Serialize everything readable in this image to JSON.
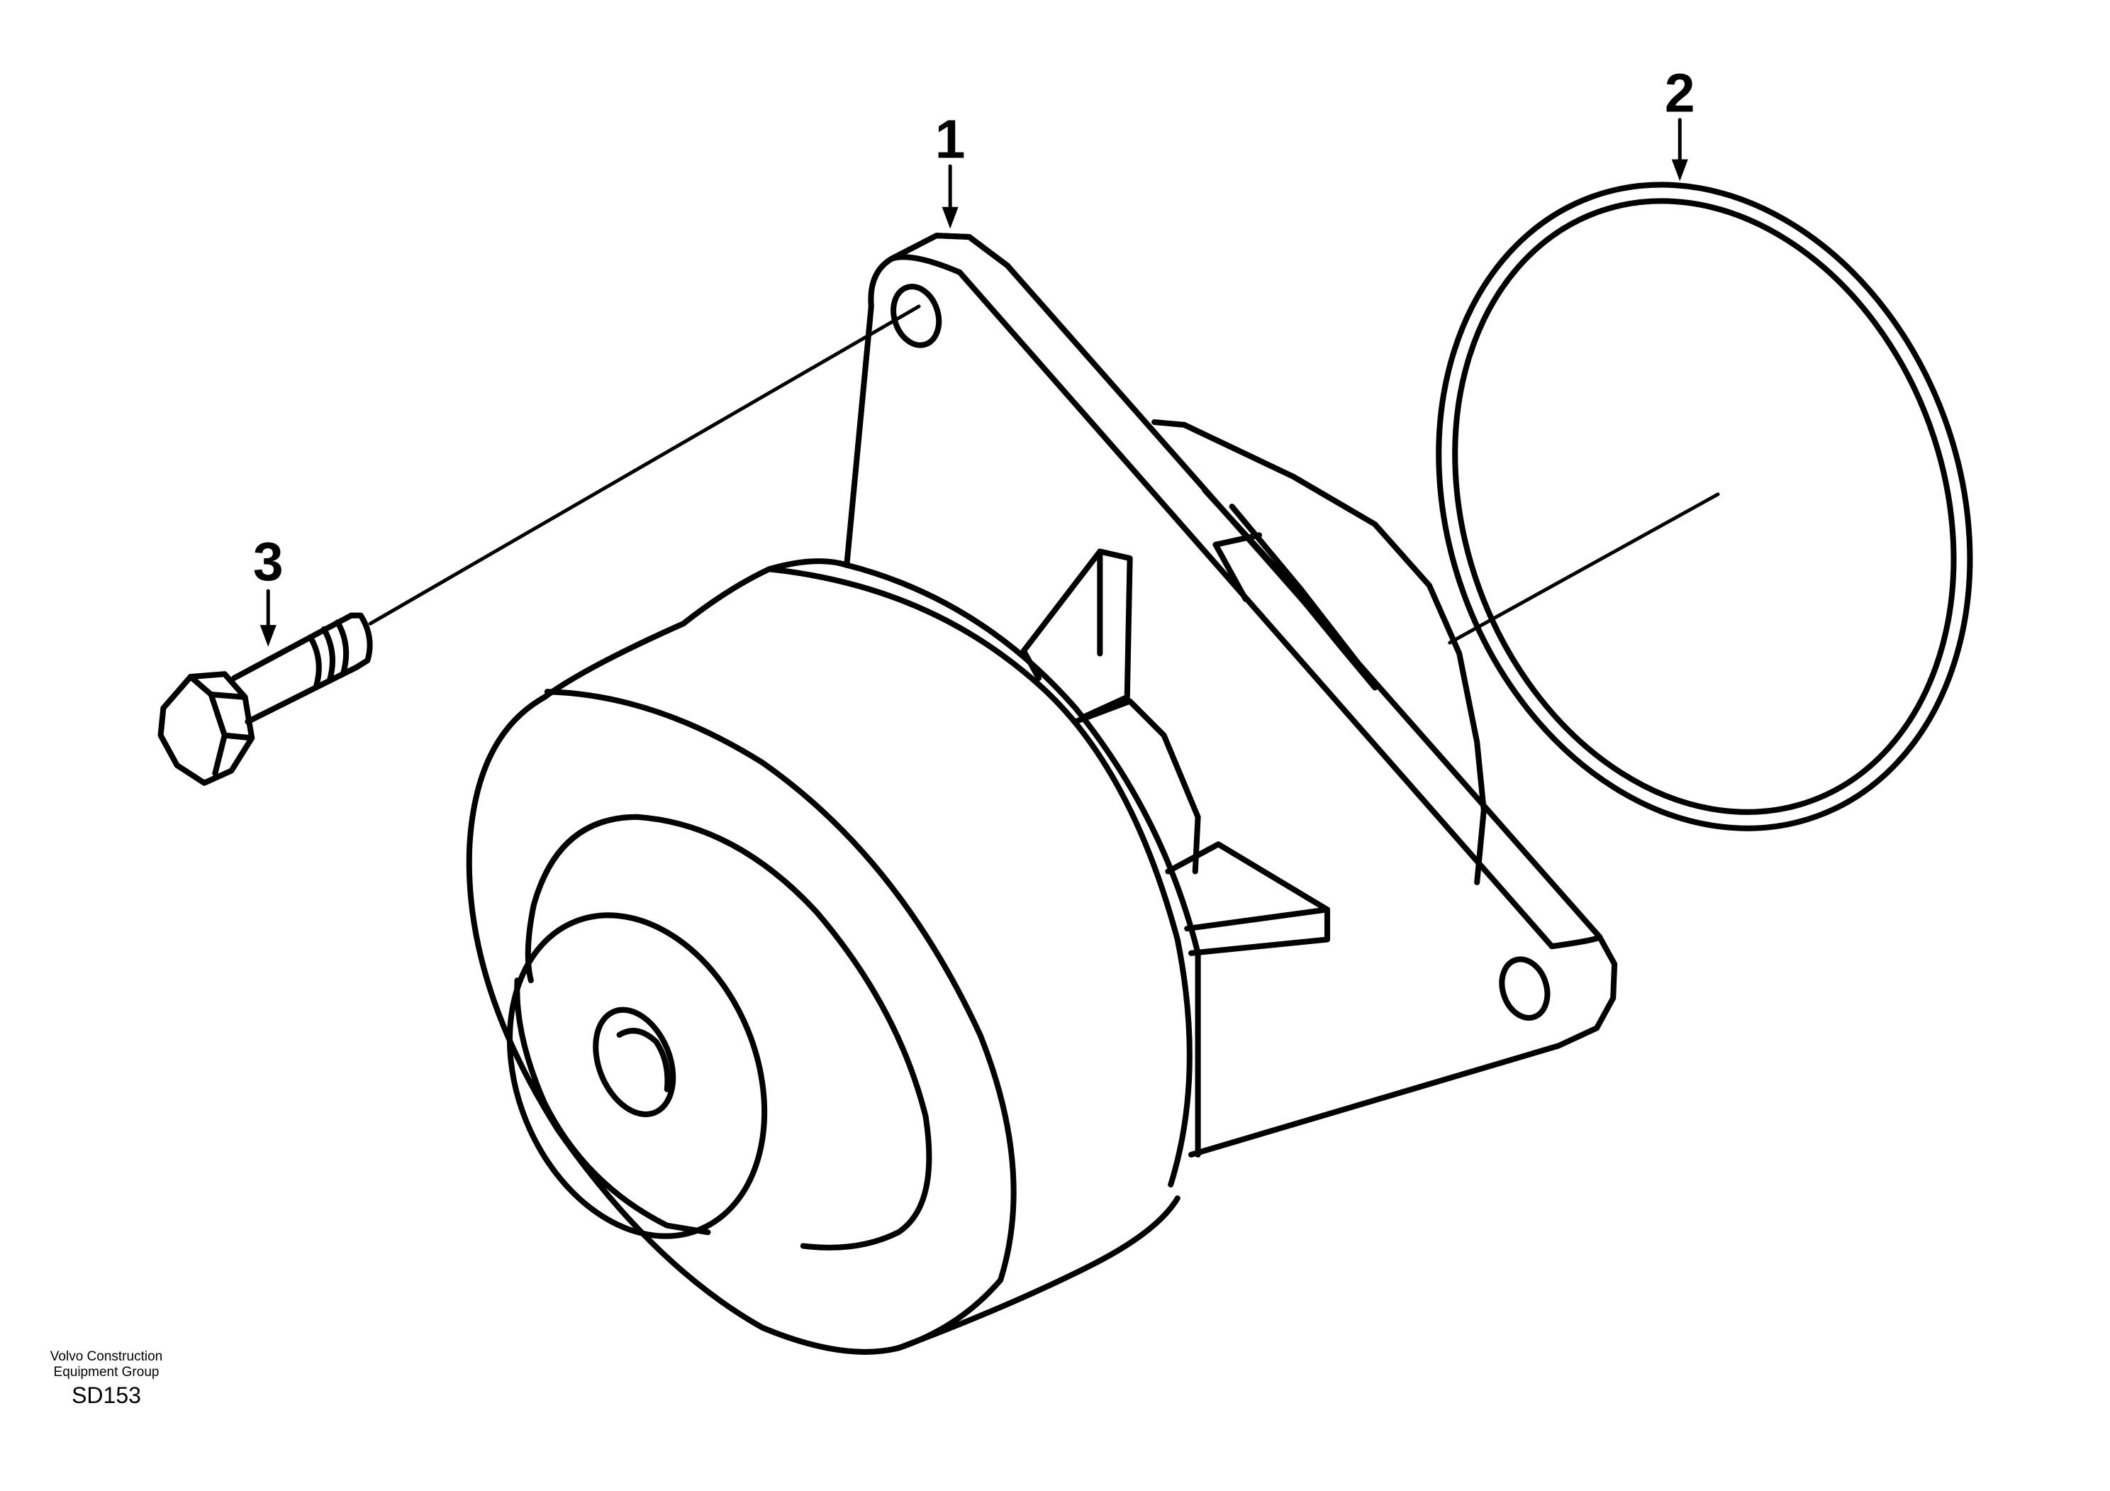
{
  "callouts": {
    "part1": "1",
    "part2": "2",
    "part3": "3"
  },
  "footer": {
    "company_line1": "Volvo Construction",
    "company_line2": "Equipment Group",
    "drawing_code": "SD153"
  },
  "colors": {
    "ink": "#000000",
    "paper": "#ffffff"
  }
}
